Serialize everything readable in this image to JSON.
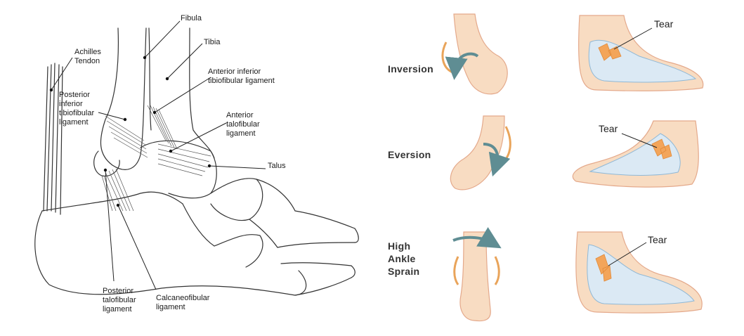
{
  "anatomy": {
    "labels": {
      "fibula": "Fibula",
      "tibia": "Tibia",
      "achilles": "Achilles\nTendon",
      "posterior_inferior_tibiofibular": "Posterior\ninferior\ntibiofibular\nligament",
      "anterior_inferior_tibiofibular": "Anterior inferior\ntibiofibular ligament",
      "anterior_talofibular": "Anterior\ntalofibular\nligament",
      "talus": "Talus",
      "posterior_talofibular": "Posterior\ntalofibular\nligament",
      "calcaneofibular": "Calcaneofibular\nligament"
    }
  },
  "sprains": [
    {
      "motion": "Inversion",
      "tear": "Tear"
    },
    {
      "motion": "Eversion",
      "tear": "Tear"
    },
    {
      "motion": "High\nAnkle\nSprain",
      "tear": "Tear"
    }
  ],
  "colors": {
    "skin": "#f8dcc2",
    "skin_outline": "#e4a98b",
    "bone": "#dbe9f4",
    "bone_outline": "#8fb8d6",
    "tear": "#f3a55a",
    "arrow": "#5f8d93",
    "line_art": "#333333"
  }
}
